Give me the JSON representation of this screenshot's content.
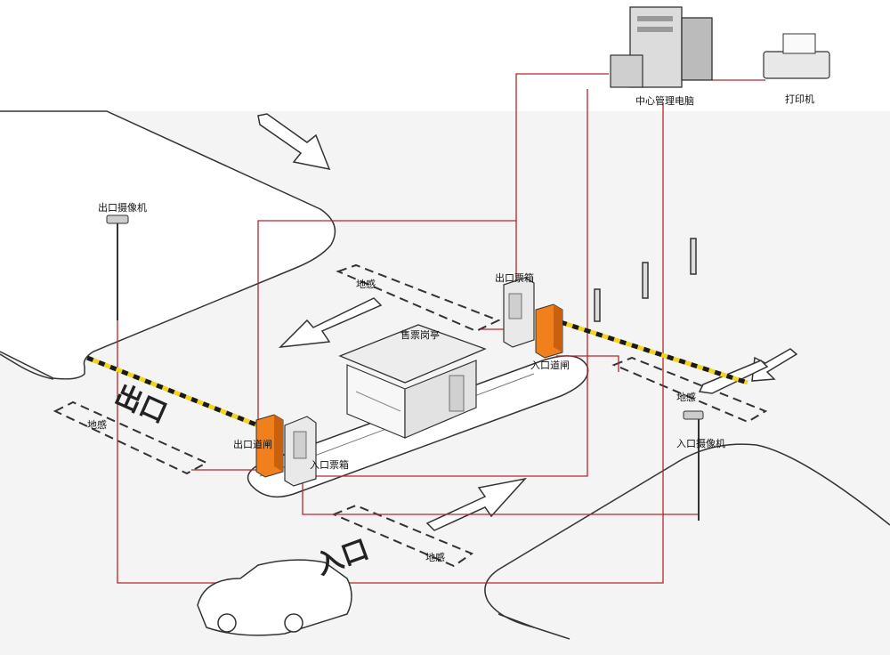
{
  "labels": {
    "central_pc": "中心管理电脑",
    "printer": "打印机",
    "exit_camera": "出口摄像机",
    "entry_camera": "入口摄像机",
    "exit_ticket_box": "出口票箱",
    "entry_ticket_box": "入口票箱",
    "ticket_booth": "售票岗亭",
    "exit_barrier": "出口道闸",
    "entry_barrier": "入口道闸",
    "loop_sensor": "地感"
  },
  "road_markings": {
    "exit": "出口",
    "entry": "入口"
  },
  "colors": {
    "wire": "#b3272d",
    "barrier_orange": "#f07f1c",
    "boom_yellow": "#f2d41c",
    "boom_black": "#1a1a1a",
    "outline": "#333333",
    "ground": "#f4f4f4"
  },
  "icons": [
    "computer-icon",
    "printer-icon",
    "camera-icon",
    "car-icon",
    "bollard-icon",
    "booth-icon",
    "arrow-icon"
  ]
}
